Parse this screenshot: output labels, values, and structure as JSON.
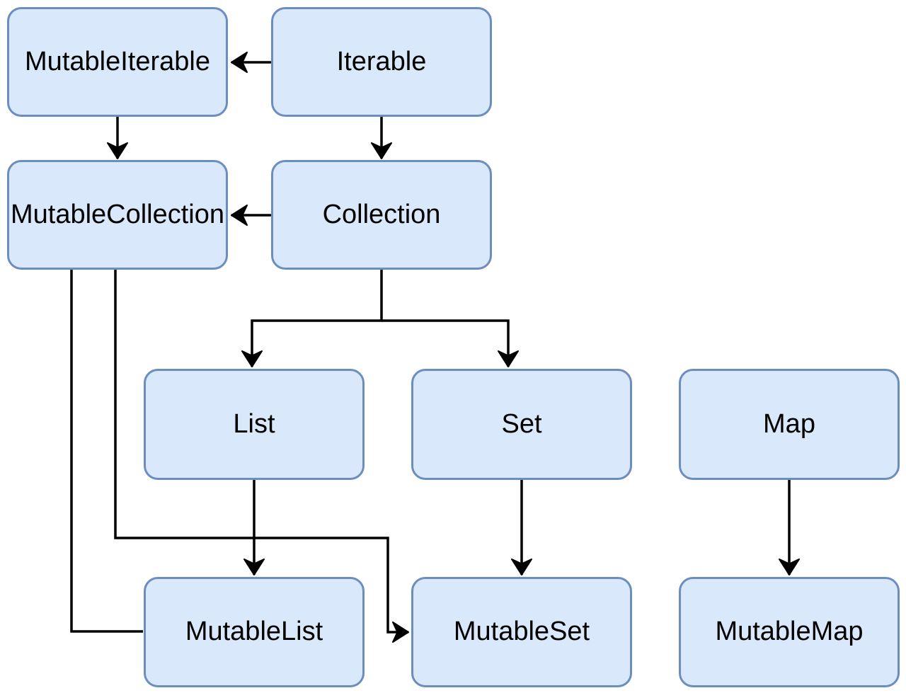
{
  "diagram": {
    "background_color": "#ffffff",
    "colors": {
      "node_fill": "#dae8fc",
      "node_border": "#6c8ebf",
      "connector": "#000000",
      "text": "#000000"
    },
    "nodes": [
      {
        "id": "mutable-iterable",
        "label": "MutableIterable"
      },
      {
        "id": "iterable",
        "label": "Iterable"
      },
      {
        "id": "mutable-collection",
        "label": "MutableCollection"
      },
      {
        "id": "collection",
        "label": "Collection"
      },
      {
        "id": "list",
        "label": "List"
      },
      {
        "id": "set",
        "label": "Set"
      },
      {
        "id": "map",
        "label": "Map"
      },
      {
        "id": "mutable-list",
        "label": "MutableList"
      },
      {
        "id": "mutable-set",
        "label": "MutableSet"
      },
      {
        "id": "mutable-map",
        "label": "MutableMap"
      }
    ],
    "edges": [
      {
        "from": "iterable",
        "to": "mutable-iterable",
        "arrowhead": true
      },
      {
        "from": "mutable-iterable",
        "to": "mutable-collection",
        "arrowhead": true
      },
      {
        "from": "iterable",
        "to": "collection",
        "arrowhead": true
      },
      {
        "from": "collection",
        "to": "mutable-collection",
        "arrowhead": true
      },
      {
        "from": "collection",
        "to": "list",
        "arrowhead": true
      },
      {
        "from": "collection",
        "to": "set",
        "arrowhead": true
      },
      {
        "from": "list",
        "to": "mutable-list",
        "arrowhead": true
      },
      {
        "from": "set",
        "to": "mutable-set",
        "arrowhead": true
      },
      {
        "from": "map",
        "to": "mutable-map",
        "arrowhead": true
      },
      {
        "from": "mutable-collection",
        "to": "mutable-list",
        "arrowhead": false
      },
      {
        "from": "mutable-collection",
        "to": "mutable-set",
        "arrowhead": true
      }
    ]
  }
}
